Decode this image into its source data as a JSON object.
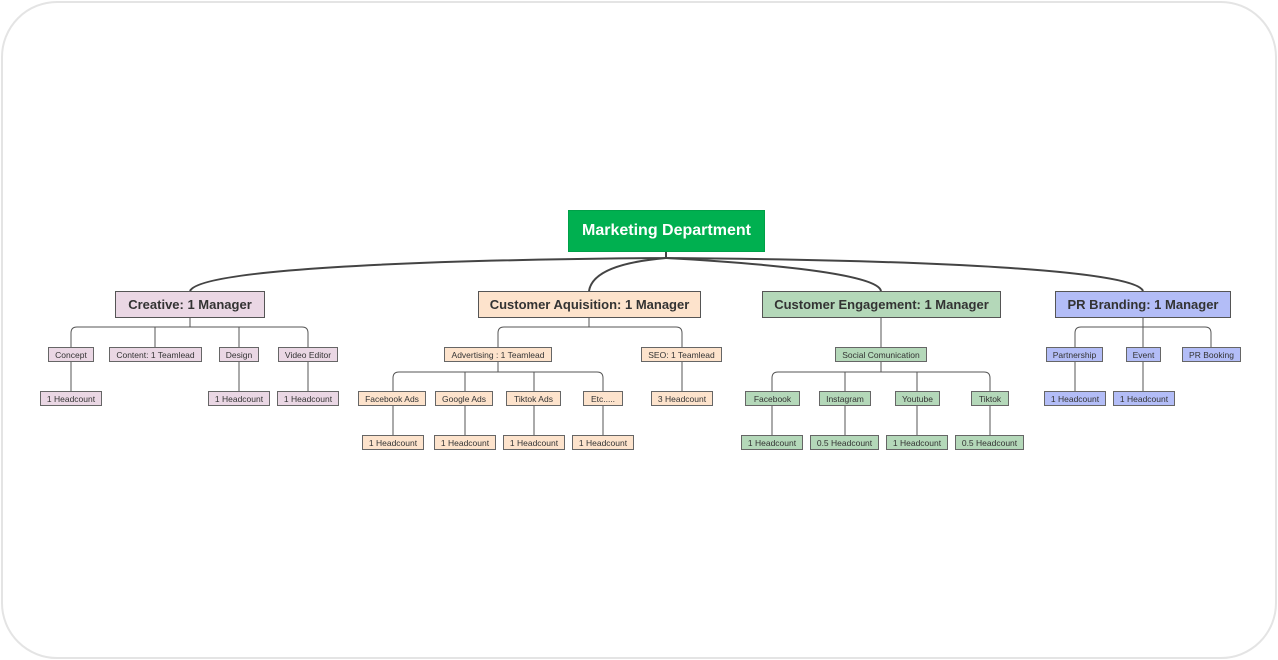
{
  "root": {
    "label": "Marketing Department"
  },
  "colors": {
    "root": "#00b050",
    "creative": "#ead7e4",
    "customer_acquisition": "#fde3cc",
    "customer_engagement": "#b4d8b9",
    "pr_branding": "#b3bdf7",
    "connector": "#444444"
  },
  "creative": {
    "label": "Creative: 1 Manager",
    "concept": "Concept",
    "concept_hc": "1 Headcount",
    "content": "Content: 1 Teamlead",
    "design": "Design",
    "design_hc": "1 Headcount",
    "video": "Video Editor",
    "video_hc": "1 Headcount"
  },
  "acquisition": {
    "label": "Customer Aquisition: 1 Manager",
    "advertising": "Advertising : 1 Teamlead",
    "seo": "SEO: 1 Teamlead",
    "seo_hc": "3 Headcount",
    "facebook_ads": "Facebook Ads",
    "facebook_ads_hc": "1 Headcount",
    "google_ads": "Google Ads",
    "google_ads_hc": "1 Headcount",
    "tiktok_ads": "Tiktok Ads",
    "tiktok_ads_hc": "1 Headcount",
    "etc": "Etc.....",
    "etc_hc": "1 Headcount"
  },
  "engagement": {
    "label": "Customer Engagement: 1 Manager",
    "social": "Social Comunication",
    "facebook": "Facebook",
    "facebook_hc": "1 Headcount",
    "instagram": "Instagram",
    "instagram_hc": "0.5 Headcount",
    "youtube": "Youtube",
    "youtube_hc": "1 Headcount",
    "tiktok": "Tiktok",
    "tiktok_hc": "0.5 Headcount"
  },
  "pr": {
    "label": "PR Branding: 1 Manager",
    "partnership": "Partnership",
    "partnership_hc": "1 Headcount",
    "event": "Event",
    "event_hc": "1 Headcount",
    "booking": "PR Booking"
  }
}
